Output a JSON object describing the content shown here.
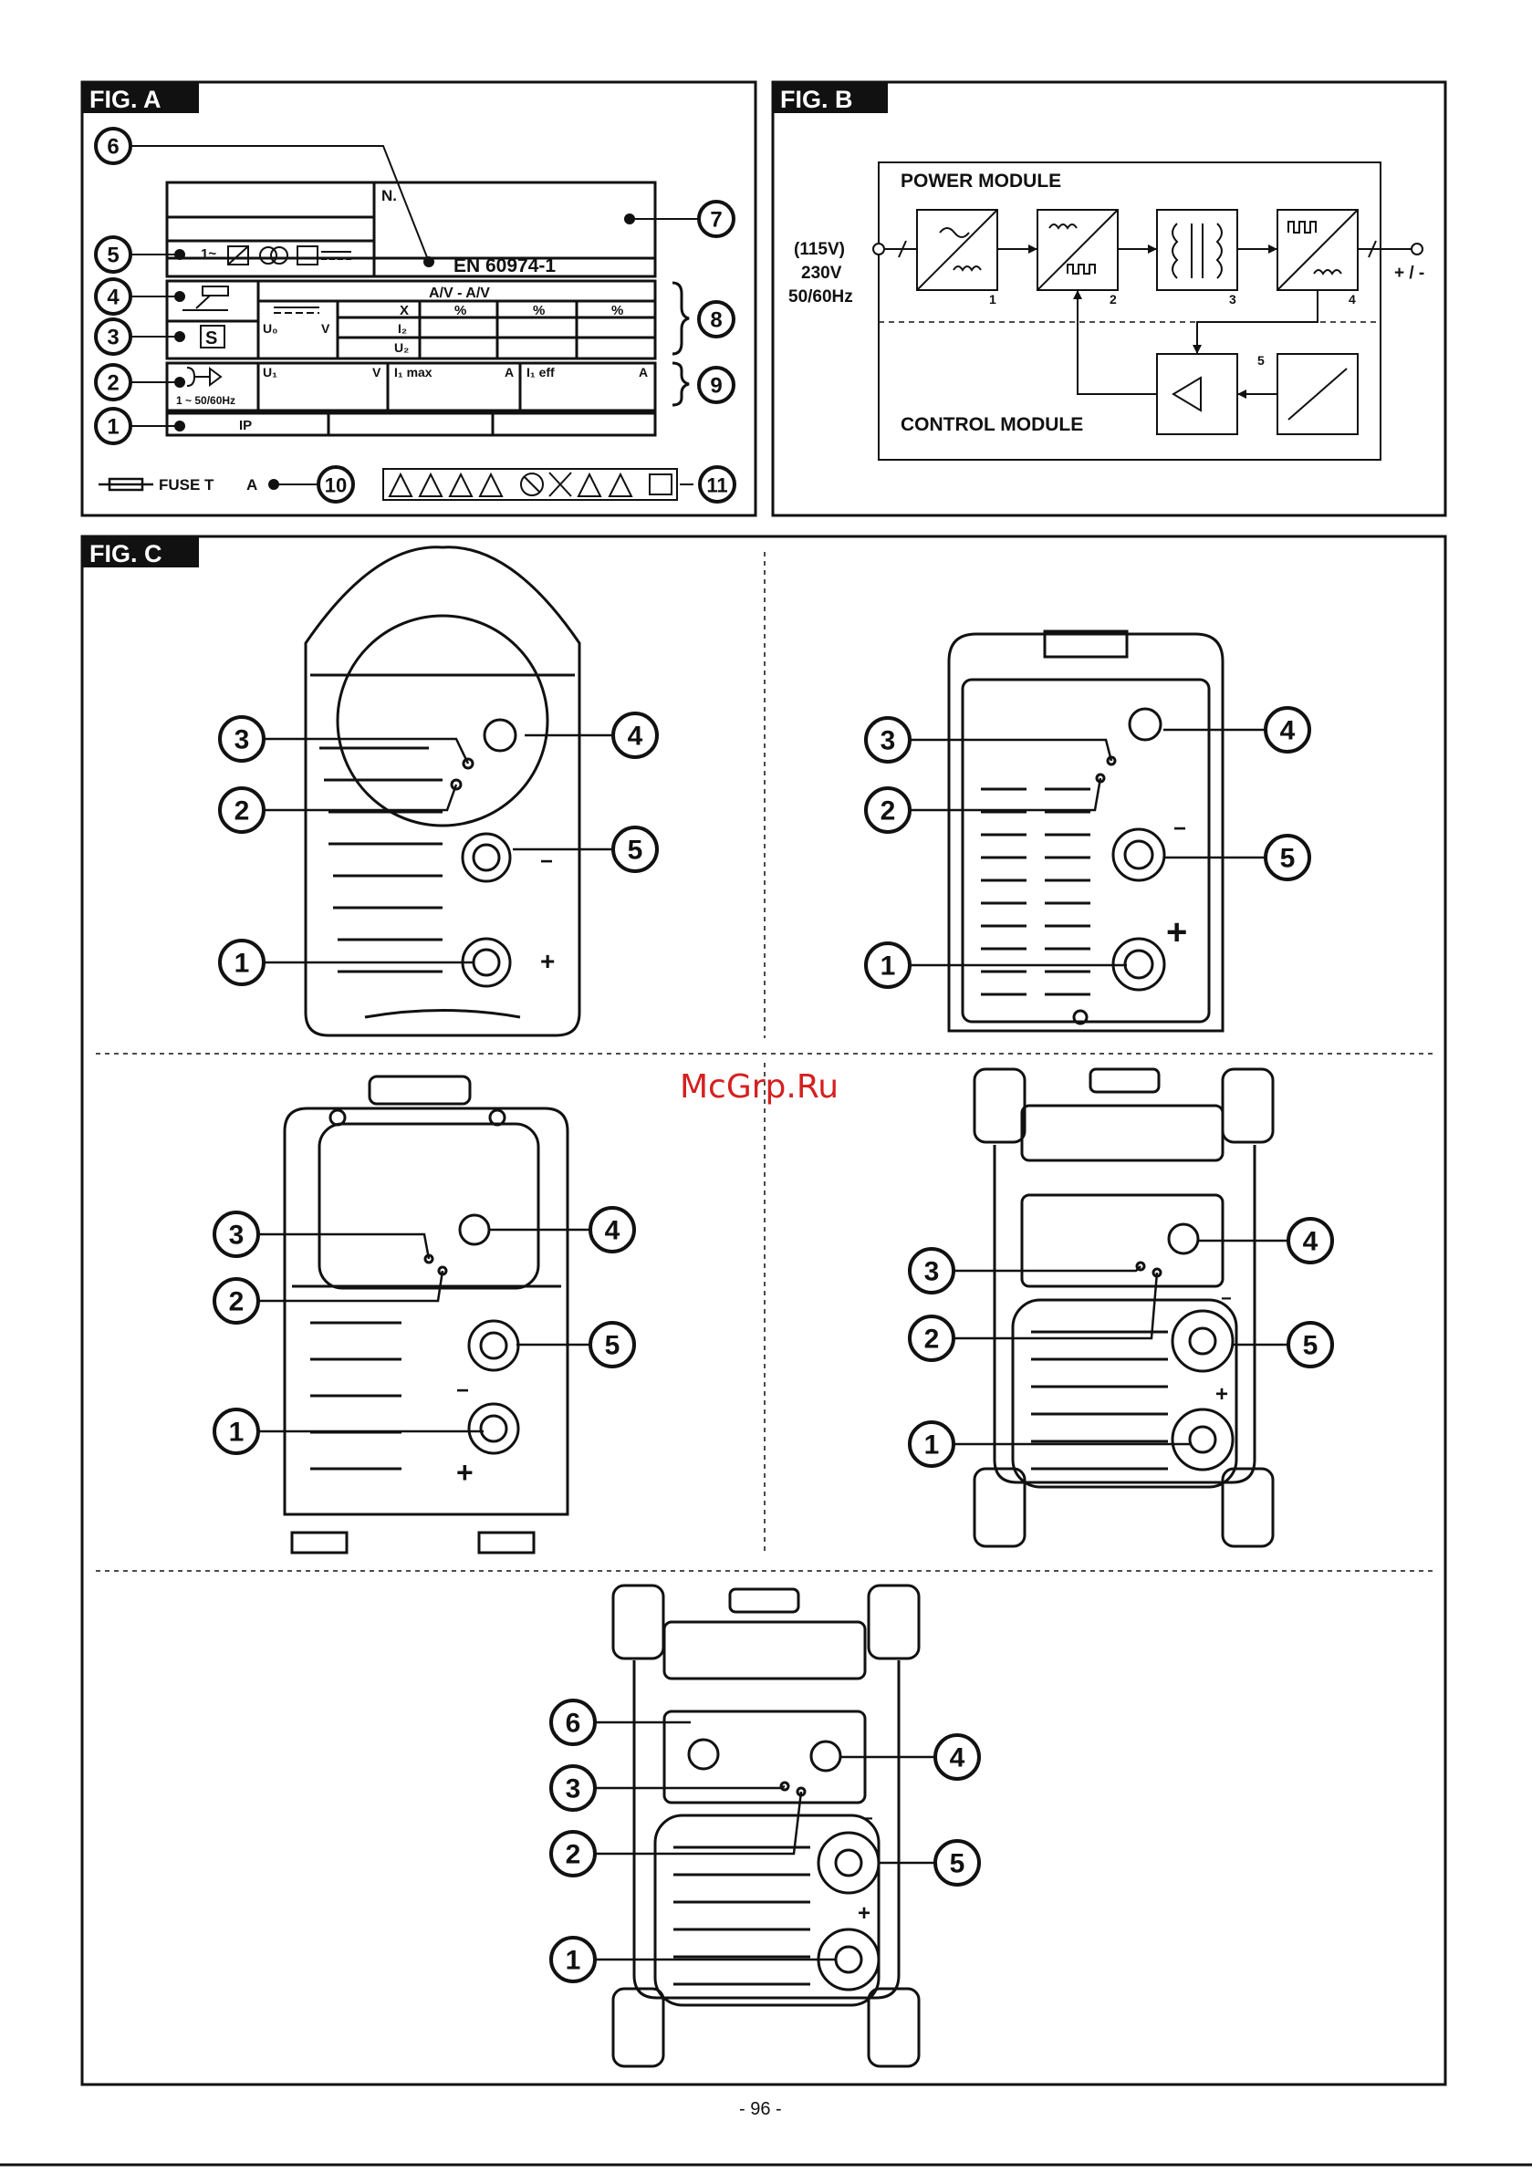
{
  "figA": {
    "label": "FIG. A",
    "plate_n": "N.",
    "plate_standard": "EN 60974-1",
    "plate_supply_symbol": "1~",
    "header_av": "A/V - A/V",
    "col_x": "X",
    "col_pct": [
      "%",
      "%",
      "%"
    ],
    "u0": "U₀",
    "u0_unit": "V",
    "i2": "I₂",
    "u2": "U₂",
    "s_symbol": "S",
    "u1": "U₁",
    "u1_unit": "V",
    "i1max": "I₁ max",
    "i1max_unit": "A",
    "i1eff": "I₁ eff",
    "i1eff_unit": "A",
    "supply": "1 ~ 50/60Hz",
    "ip": "IP",
    "fuse": "FUSE T",
    "fuse_unit": "A",
    "callouts": [
      "1",
      "2",
      "3",
      "4",
      "5",
      "6",
      "7",
      "8",
      "9",
      "10",
      "11"
    ]
  },
  "figB": {
    "label": "FIG. B",
    "power_module": "POWER MODULE",
    "control_module": "CONTROL MODULE",
    "input": [
      "(115V)",
      "230V",
      "50/60Hz"
    ],
    "output": "+ / -",
    "block_numbers": [
      "1",
      "2",
      "3",
      "4",
      "5"
    ]
  },
  "figC": {
    "label": "FIG. C",
    "callouts": [
      "1",
      "2",
      "3",
      "4",
      "5",
      "6"
    ],
    "plus": "+",
    "minus": "−"
  },
  "watermark": "McGrp.Ru",
  "page_number": "- 96 -"
}
